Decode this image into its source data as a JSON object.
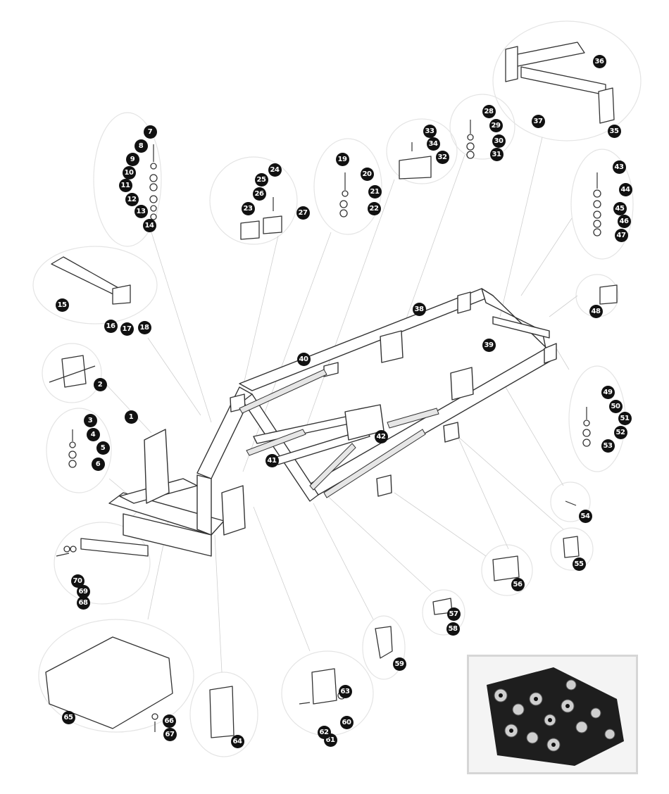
{
  "diagram": {
    "callouts": [
      "1",
      "2",
      "3",
      "4",
      "5",
      "6",
      "7",
      "8",
      "9",
      "10",
      "11",
      "12",
      "13",
      "14",
      "15",
      "16",
      "17",
      "18",
      "19",
      "20",
      "21",
      "22",
      "23",
      "24",
      "25",
      "26",
      "27",
      "28",
      "29",
      "30",
      "31",
      "32",
      "33",
      "34",
      "35",
      "36",
      "37",
      "38",
      "39",
      "40",
      "41",
      "42",
      "43",
      "44",
      "45",
      "46",
      "47",
      "48",
      "49",
      "50",
      "51",
      "52",
      "53",
      "54",
      "55",
      "56",
      "57",
      "58",
      "59",
      "60",
      "61",
      "62",
      "63",
      "64",
      "65",
      "66",
      "67",
      "68",
      "69",
      "70"
    ],
    "colors": {
      "line": "#333333",
      "bubble": "#eeeeee",
      "badge": "#111111",
      "grille": "#d9d9d9"
    }
  }
}
